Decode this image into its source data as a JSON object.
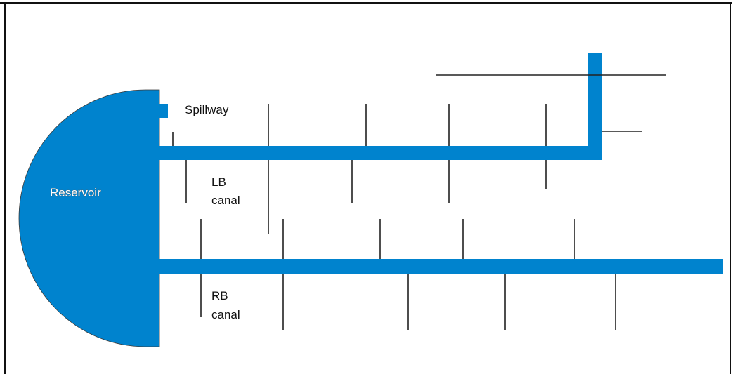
{
  "diagram": {
    "colors": {
      "water": "#0083CE",
      "line": "#222222",
      "frame": "#111111",
      "label_box": "#ffffff"
    },
    "labels": {
      "reservoir": "Reservoir",
      "spillway": "Spillway",
      "lb_canal_line1": "LB",
      "lb_canal_line2": "canal",
      "rb_canal_line1": "RB",
      "rb_canal_line2": "canal"
    }
  }
}
